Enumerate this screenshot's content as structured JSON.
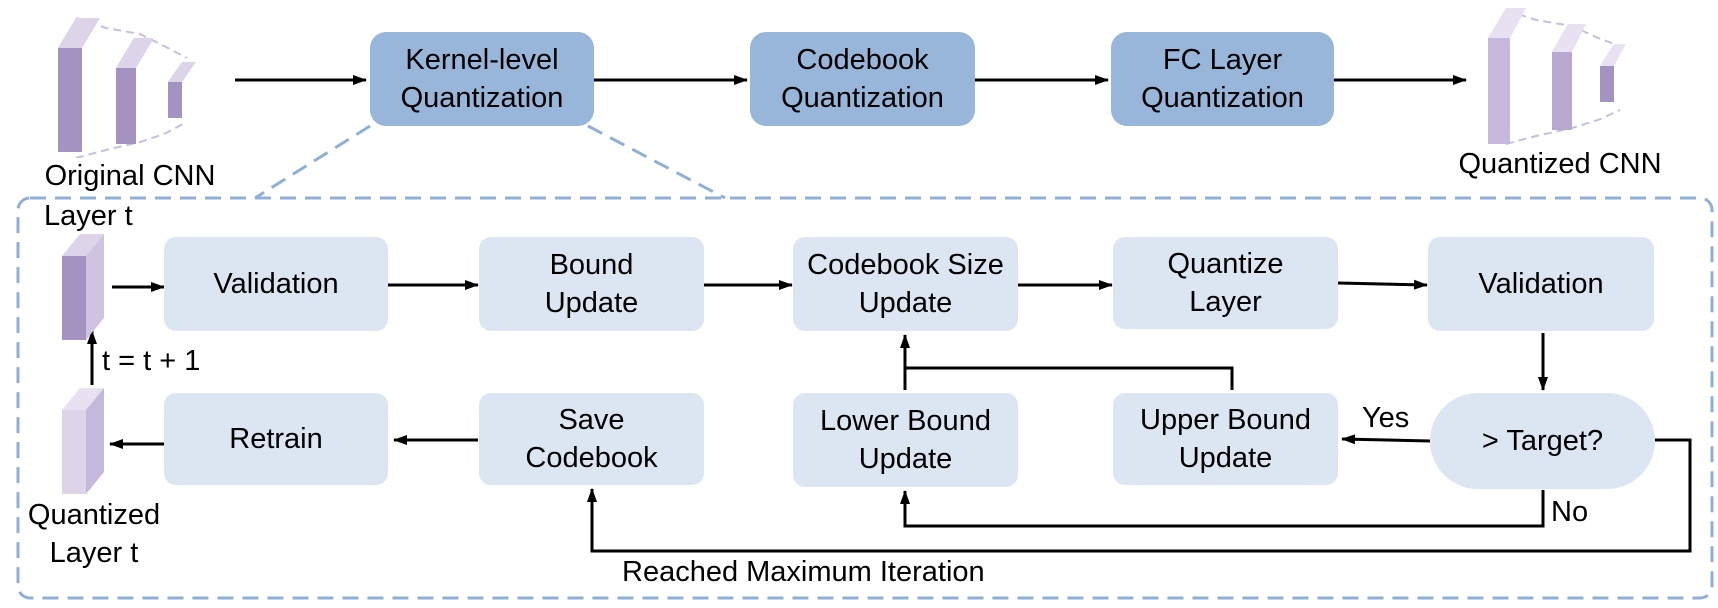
{
  "pipeline": {
    "original_label": "Original CNN",
    "quantized_label": "Quantized CNN",
    "steps": [
      {
        "label": "Kernel-level\nQuantization"
      },
      {
        "label": "Codebook\nQuantization"
      },
      {
        "label": "FC Layer\nQuantization"
      }
    ]
  },
  "detail": {
    "layer_label": "Layer t",
    "quantized_layer_label": "Quantized\nLayer t",
    "increment_label": "t = t + 1",
    "nodes": {
      "validation_1": "Validation",
      "bound_update": "Bound\nUpdate",
      "codebook_size_update": "Codebook Size\nUpdate",
      "quantize_layer": "Quantize\nLayer",
      "validation_2": "Validation",
      "target_check": "> Target?",
      "upper_bound_update": "Upper Bound\nUpdate",
      "lower_bound_update": "Lower Bound\nUpdate",
      "save_codebook": "Save\nCodebook",
      "retrain": "Retrain"
    },
    "edge_labels": {
      "yes": "Yes",
      "no": "No",
      "max_iteration": "Reached Maximum Iteration"
    }
  },
  "colors": {
    "pipeline_box": "#97b6d9",
    "step_box": "#dce6f2",
    "dashed_border": "#8fb0d6",
    "cube_front": "#a493c0",
    "cube_side": "#cfc3e1"
  }
}
